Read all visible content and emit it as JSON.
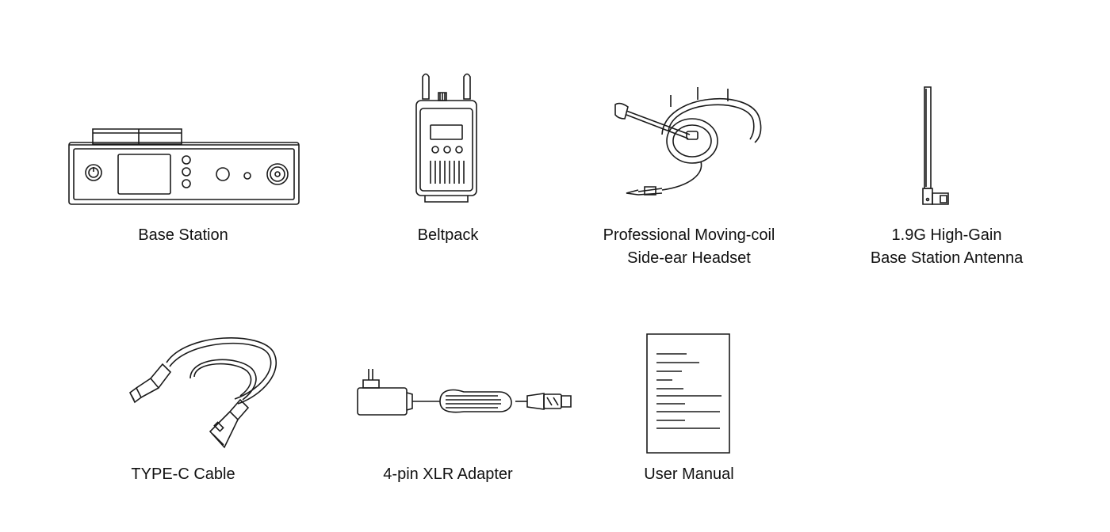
{
  "items": [
    {
      "id": "base-station",
      "lines": [
        "Base Station"
      ]
    },
    {
      "id": "beltpack",
      "lines": [
        "Beltpack"
      ]
    },
    {
      "id": "headset",
      "lines": [
        "Professional Moving-coil",
        "Side-ear Headset"
      ]
    },
    {
      "id": "antenna",
      "lines": [
        "1.9G High-Gain",
        "Base Station Antenna"
      ]
    },
    {
      "id": "type-c-cable",
      "lines": [
        "TYPE-C Cable"
      ]
    },
    {
      "id": "xlr-adapter",
      "lines": [
        "4-pin XLR Adapter"
      ]
    },
    {
      "id": "user-manual",
      "lines": [
        "User Manual"
      ]
    }
  ],
  "colors": {
    "line": "#1a1a1a",
    "background": "#ffffff"
  }
}
